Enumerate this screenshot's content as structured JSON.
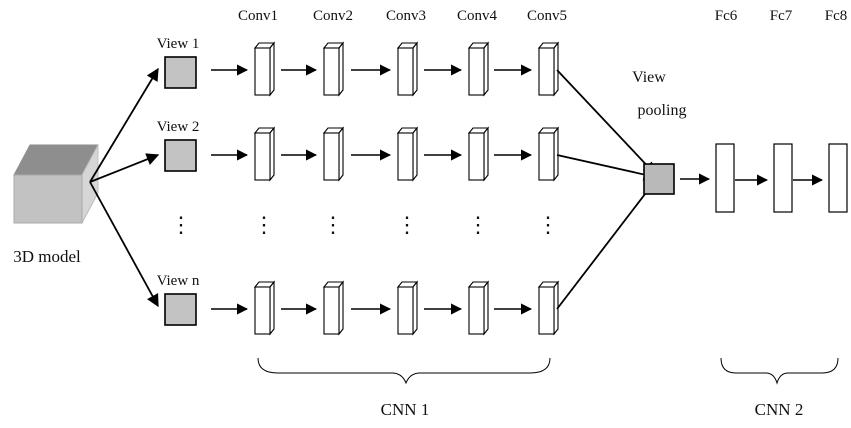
{
  "model_label": "3D model",
  "views": [
    "View 1",
    "View 2",
    "View n"
  ],
  "conv_layers": [
    "Conv1",
    "Conv2",
    "Conv3",
    "Conv4",
    "Conv5"
  ],
  "view_pooling_label": [
    "View",
    "pooling"
  ],
  "fc_layers": [
    "Fc6",
    "Fc7",
    "Fc8"
  ],
  "cnn1_label": "CNN 1",
  "cnn2_label": "CNN 2",
  "ellipsis": "⋮",
  "colors": {
    "stroke": "#000000",
    "view_box_fill": "#c3c3c3",
    "pool_fill": "#b9b9b9",
    "cube_front": "#c2c2c2",
    "cube_top": "#8e8e8e",
    "cube_side": "#d6d6d6",
    "text": "#111111"
  }
}
